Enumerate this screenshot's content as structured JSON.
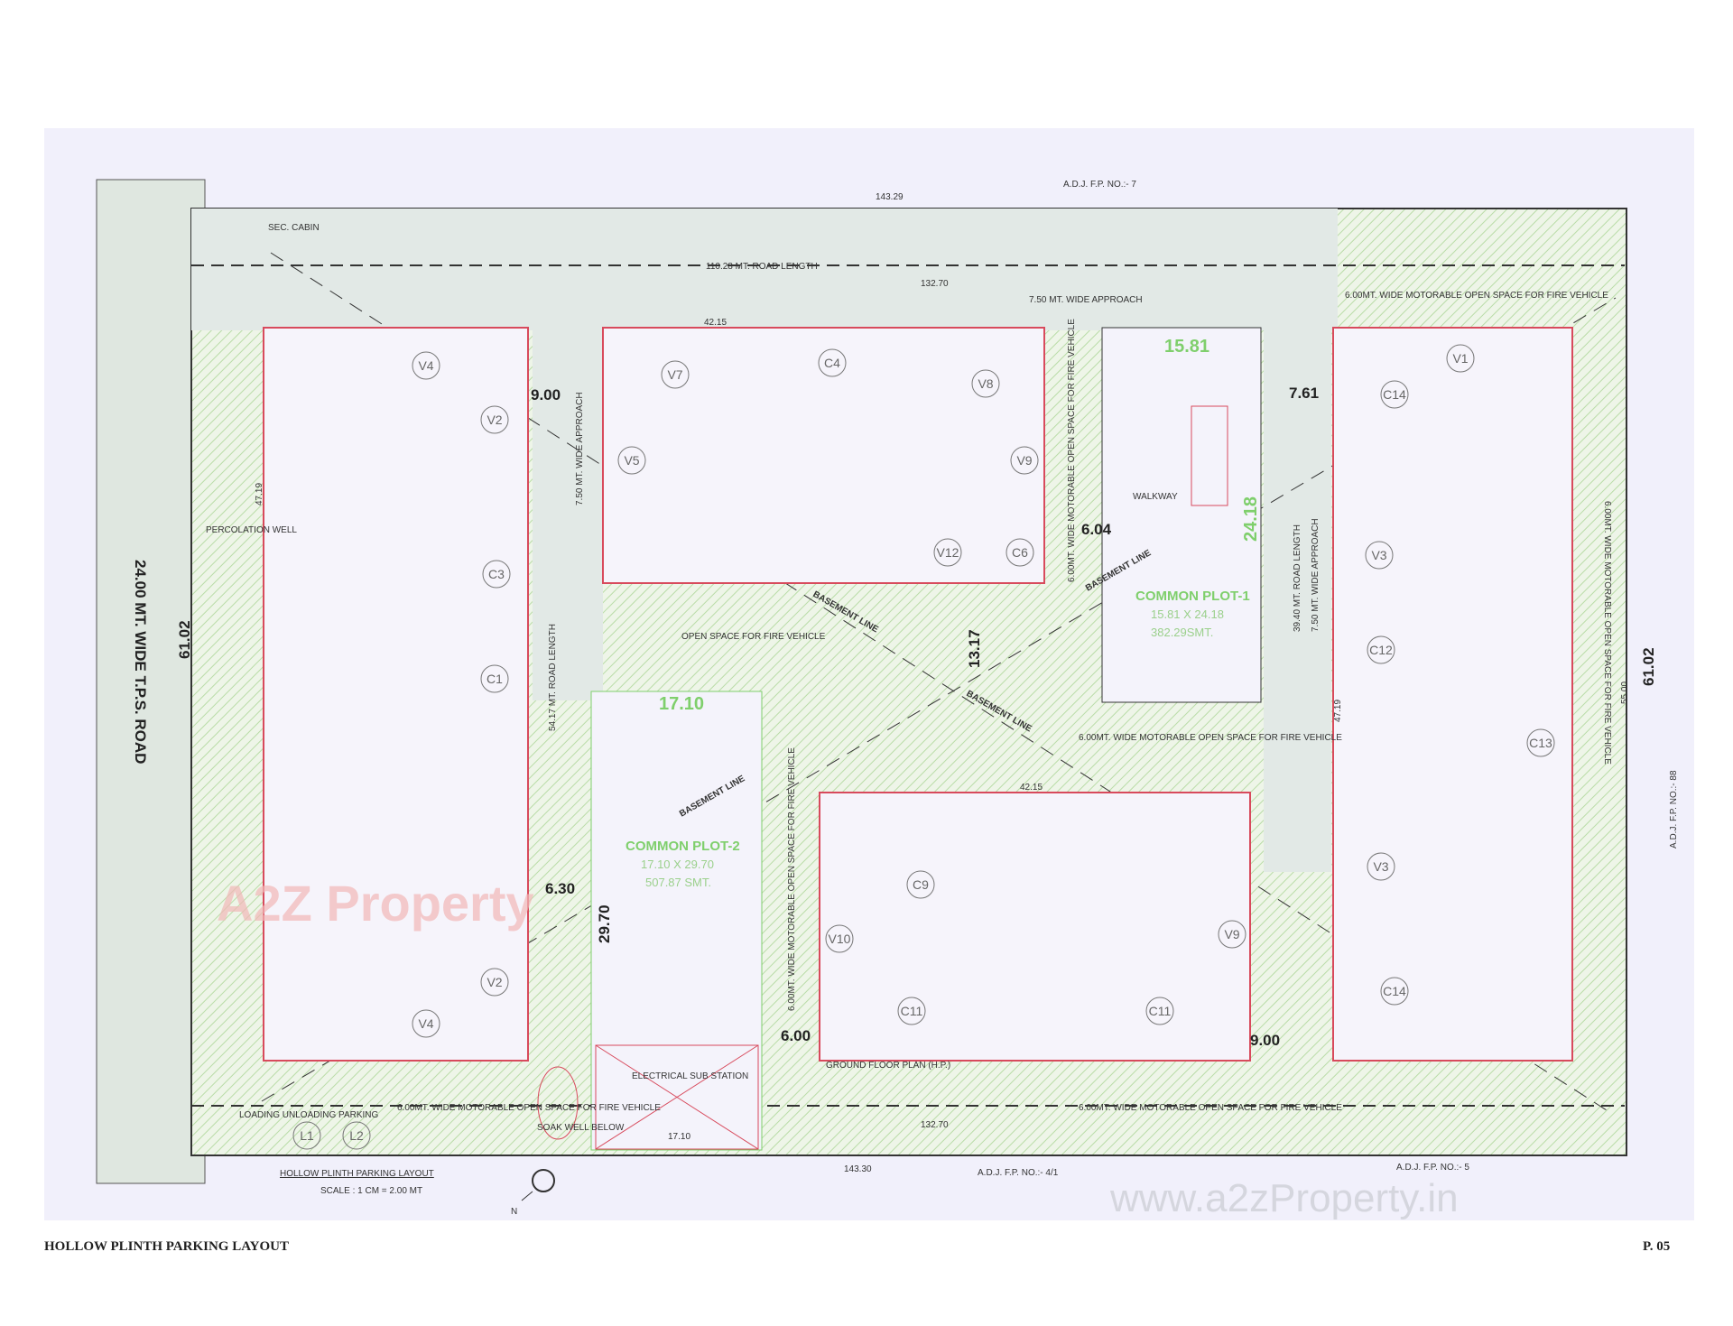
{
  "title": "HOLLOW PLINTH PARKING LAYOUT",
  "scale": "SCALE : 1 CM = 2.00 MT",
  "footer": {
    "left": "HOLLOW PLINTH PARKING  LAYOUT",
    "right": "P. 05"
  },
  "north": "N",
  "watermark": "A2Z Property",
  "watermark_url": "www.a2zProperty.in",
  "road": {
    "label": "24.00 MT. WIDE T.P.S. ROAD",
    "width_dim": "61.02"
  },
  "adjacent": {
    "top": "A.D.J. F.P. NO.:- 7",
    "bottom_mid": "A.D.J. F.P. NO.:- 4/1",
    "bottom_right": "A.D.J. F.P. NO.:- 5",
    "right": "A.D.J. F.P. NO.:- 88"
  },
  "dims": {
    "top": "143.29",
    "bottom": "143.30",
    "right": "61.02",
    "road_length_top": "110.28 MT. ROAD LENGTH",
    "inner_top": "132.70",
    "inner_bottom": "132.70",
    "approach_top": "7.50 MT. WIDE APPROACH",
    "gap_left": "9.00",
    "gap_right": "7.61",
    "gap_mid": "6.04",
    "gap_bottom": "9.00",
    "gap_cp2": "6.00",
    "gap_6_30": "6.30",
    "center_vert": "13.17",
    "block_width": "42.15",
    "block_width_bottom": "42.15",
    "left_road": "54.17 MT. ROAD LENGTH",
    "left_approach": "7.50 MT. WIDE APPROACH",
    "right_road": "39.40 MT. ROAD LENGTH",
    "right_approach": "7.50 MT. WIDE APPROACH",
    "cp2_height": "29.70",
    "cp2_width": "17.10",
    "cp2_bottom": "17.10",
    "cp1_width": "15.81",
    "cp1_height": "24.18",
    "left_47": "47.19",
    "right_47": "47.19",
    "right_55": "55.00",
    "sec_cabin": "SEC. CABIN"
  },
  "zones": {
    "fire_top_right": "6.00MT. WIDE MOTORABLE OPEN SPACE FOR FIRE VEHICLE",
    "fire_mid_vertical": "6.00MT. WIDE MOTORABLE OPEN SPACE FOR FIRE VEHICLE",
    "fire_center": "6.00MT. WIDE MOTORABLE OPEN SPACE FOR FIRE VEHICLE",
    "fire_bottom_left": "6.00MT. WIDE MOTORABLE OPEN SPACE FOR FIRE VEHICLE",
    "fire_bottom_right": "6.00MT. WIDE MOTORABLE OPEN SPACE FOR FIRE VEHICLE",
    "fire_vertical_bottom": "6.00MT. WIDE MOTORABLE OPEN SPACE FOR FIRE VEHICLE",
    "fire_right": "6.00MT. WIDE MOTORABLE OPEN SPACE FOR FIRE VEHICLE",
    "open_space": "OPEN SPACE FOR FIRE VEHICLE",
    "basement": "BASEMENT LINE",
    "electrical": "ELECTRICAL SUB STATION",
    "soak_well": "SOAK WELL BELOW",
    "walkway": "WALKWAY",
    "ground_floor": "GROUND FLOOR PLAN (H.P.)",
    "loading": "LOADING UNLOADING PARKING",
    "percolation": "PERCOLATION WELL"
  },
  "common_plot_1": {
    "name": "COMMON PLOT-1",
    "size": "15.81 X 24.18",
    "area": "382.29SMT."
  },
  "common_plot_2": {
    "name": "COMMON PLOT-2",
    "size": "17.10 X 29.70",
    "area": "507.87 SMT."
  },
  "parking_tags": [
    "V4",
    "V2",
    "C3",
    "C1",
    "V2",
    "V4",
    "V7",
    "C4",
    "V8",
    "V5",
    "V9",
    "V12",
    "C6",
    "C9",
    "V10",
    "V9",
    "C11",
    "C11",
    "C14",
    "V3",
    "C12",
    "C13",
    "V3",
    "C14",
    "V1",
    "L1",
    "L2"
  ],
  "colors": {
    "hatch": "#b9dca7",
    "wall": "#d84a5c",
    "sheet": "#f1f0fb",
    "road": "#dfe7e0",
    "green_text": "#7fcf6c"
  }
}
